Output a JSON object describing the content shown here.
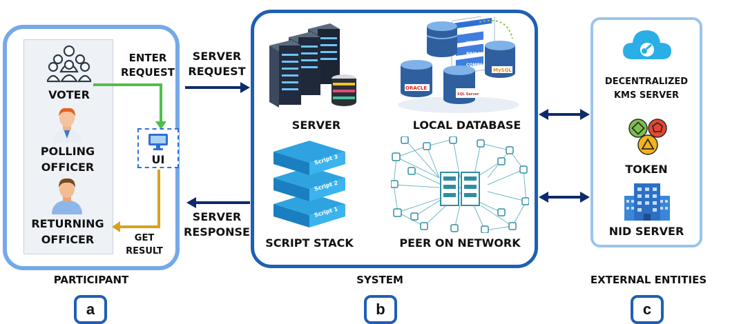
{
  "participant": {
    "voter": "VOTER",
    "polling_officer_line1": "POLLING",
    "polling_officer_line2": "OFFICER",
    "returning_officer_line1": "RETURNING",
    "returning_officer_line2": "OFFICER",
    "enter_request_line1": "ENTER",
    "enter_request_line2": "REQUEST",
    "ui": "UI",
    "get_result_line1": "GET",
    "get_result_line2": "RESULT",
    "caption": "PARTICIPANT",
    "tag": "a"
  },
  "connectors": {
    "server_request_line1": "SERVER",
    "server_request_line2": "REQUEST",
    "server_response_line1": "SERVER",
    "server_response_line2": "RESPONSE"
  },
  "system": {
    "server": "SERVER",
    "local_database": "LOCAL DATABASE",
    "script_stack": "SCRIPT STACK",
    "peer_on_network": "PEER ON NETWORK",
    "script_labels": [
      "Script 3",
      "Script 2",
      "Script 1"
    ],
    "db_menu": [
      "UPDATE",
      "BRIDGE",
      "COMPARE"
    ],
    "db_brands": [
      "ORACLE",
      "MySQL",
      "SQL Server"
    ],
    "caption": "SYSTEM",
    "tag": "b"
  },
  "external": {
    "kms_line1": "DECENTRALIZED",
    "kms_line2": "KMS SERVER",
    "token": "TOKEN",
    "nid_server": "NID SERVER",
    "caption": "EXTERNAL ENTITIES",
    "tag": "c"
  },
  "colors": {
    "panel_a_border": "#74a9e8",
    "panel_b_border": "#1f5fb4",
    "panel_c_border": "#9cc3ee",
    "arrow_navy": "#0d2a6b",
    "arrow_green": "#4fbf4a",
    "arrow_gold": "#d9a21b"
  }
}
